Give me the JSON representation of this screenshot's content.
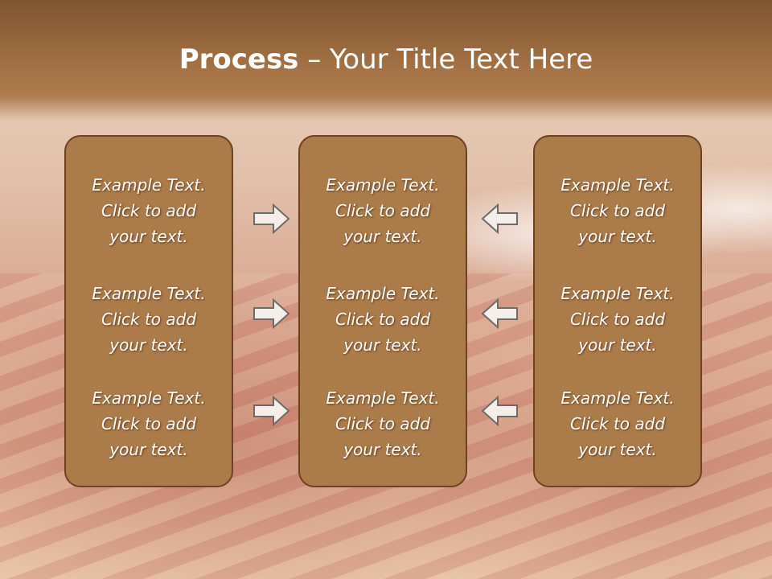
{
  "title": {
    "bold": "Process",
    "rest": " – Your Title Text Here"
  },
  "columns": [
    {
      "items": [
        {
          "line1": "Example Text.",
          "line2": "Click  to add",
          "line3": "your text."
        },
        {
          "line1": "Example Text.",
          "line2": "Click  to add",
          "line3": "your text."
        },
        {
          "line1": "Example Text.",
          "line2": "Click  to add",
          "line3": "your text."
        }
      ]
    },
    {
      "items": [
        {
          "line1": "Example Text.",
          "line2": "Click  to add",
          "line3": "your text."
        },
        {
          "line1": "Example Text.",
          "line2": "Click  to add",
          "line3": "your text."
        },
        {
          "line1": "Example Text.",
          "line2": "Click  to add",
          "line3": "your text."
        }
      ]
    },
    {
      "items": [
        {
          "line1": "Example Text.",
          "line2": "Click  to add",
          "line3": "your text."
        },
        {
          "line1": "Example Text.",
          "line2": "Click  to add",
          "line3": "your text."
        },
        {
          "line1": "Example Text.",
          "line2": "Click  to add",
          "line3": "your text."
        }
      ]
    }
  ],
  "arrows": [
    {
      "icon": "right-arrow-icon"
    },
    {
      "icon": "right-arrow-icon"
    },
    {
      "icon": "right-arrow-icon"
    },
    {
      "icon": "left-arrow-icon"
    },
    {
      "icon": "left-arrow-icon"
    },
    {
      "icon": "left-arrow-icon"
    }
  ],
  "colors": {
    "header": "#9a6a3f",
    "box_fill": "#ab7b4a",
    "box_border": "#6e4220",
    "text": "#ffffff"
  }
}
